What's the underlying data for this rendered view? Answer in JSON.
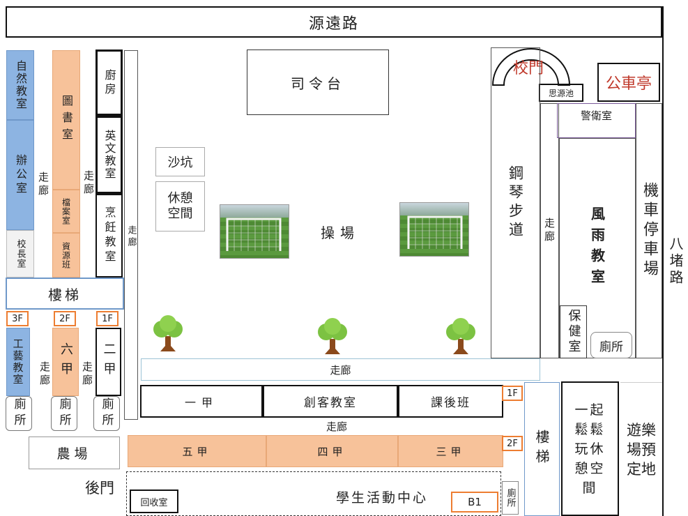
{
  "roads": {
    "top": "源遠路",
    "right": "八堵路"
  },
  "left_block": {
    "science_room": "自然教室",
    "office": "辦公室",
    "principal_room": "校長室",
    "library": "圖書室",
    "archive_room": "檔案室",
    "resource_class": "資源班",
    "kitchen": "廚房",
    "english_room": "英文教室",
    "cooking_room": "烹飪教室",
    "corridor": "走廊",
    "stairs": "樓梯",
    "floor_3f": "3F",
    "floor_2f": "2F",
    "floor_1f": "1F",
    "craft_room": "工藝教室",
    "class_6a": "六甲",
    "class_2a": "二甲",
    "toilet": "廁所"
  },
  "center": {
    "podium": "司令台",
    "sandpit": "沙坑",
    "rest_space": "休憩空間",
    "playground": "操場",
    "corridor": "走廊"
  },
  "right_block": {
    "school_gate": "校門",
    "pond": "思源池",
    "bus_stop": "公車亭",
    "guard_room": "警衛室",
    "piano_trail": "鋼琴步道",
    "corridor": "走廊",
    "rain_classroom": "風雨教室",
    "scooter_parking": "機車停車場",
    "health_room": "保健室",
    "toilet": "廁所"
  },
  "bottom": {
    "class_1a": "一甲",
    "maker_room": "創客教室",
    "after_school": "課後班",
    "floor_1f": "1F",
    "corridor": "走廊",
    "class_5a": "五甲",
    "class_4a": "四甲",
    "class_3a": "三甲",
    "floor_2f": "2F",
    "farm": "農場",
    "back_gate": "後門",
    "recycle_room": "回收室",
    "activity_center": "學生活動中心",
    "floor_b1": "B1",
    "toilet": "廁所",
    "stairs": "樓梯",
    "relax_space": "一起鬆鬆玩休憩空間",
    "future_playground": "遊樂場預定地"
  },
  "colors": {
    "blue_room": "#8db4e2",
    "orange_room": "#f7c29a",
    "floor_tag": "#ed7d31",
    "field": "#5b9a3f"
  }
}
